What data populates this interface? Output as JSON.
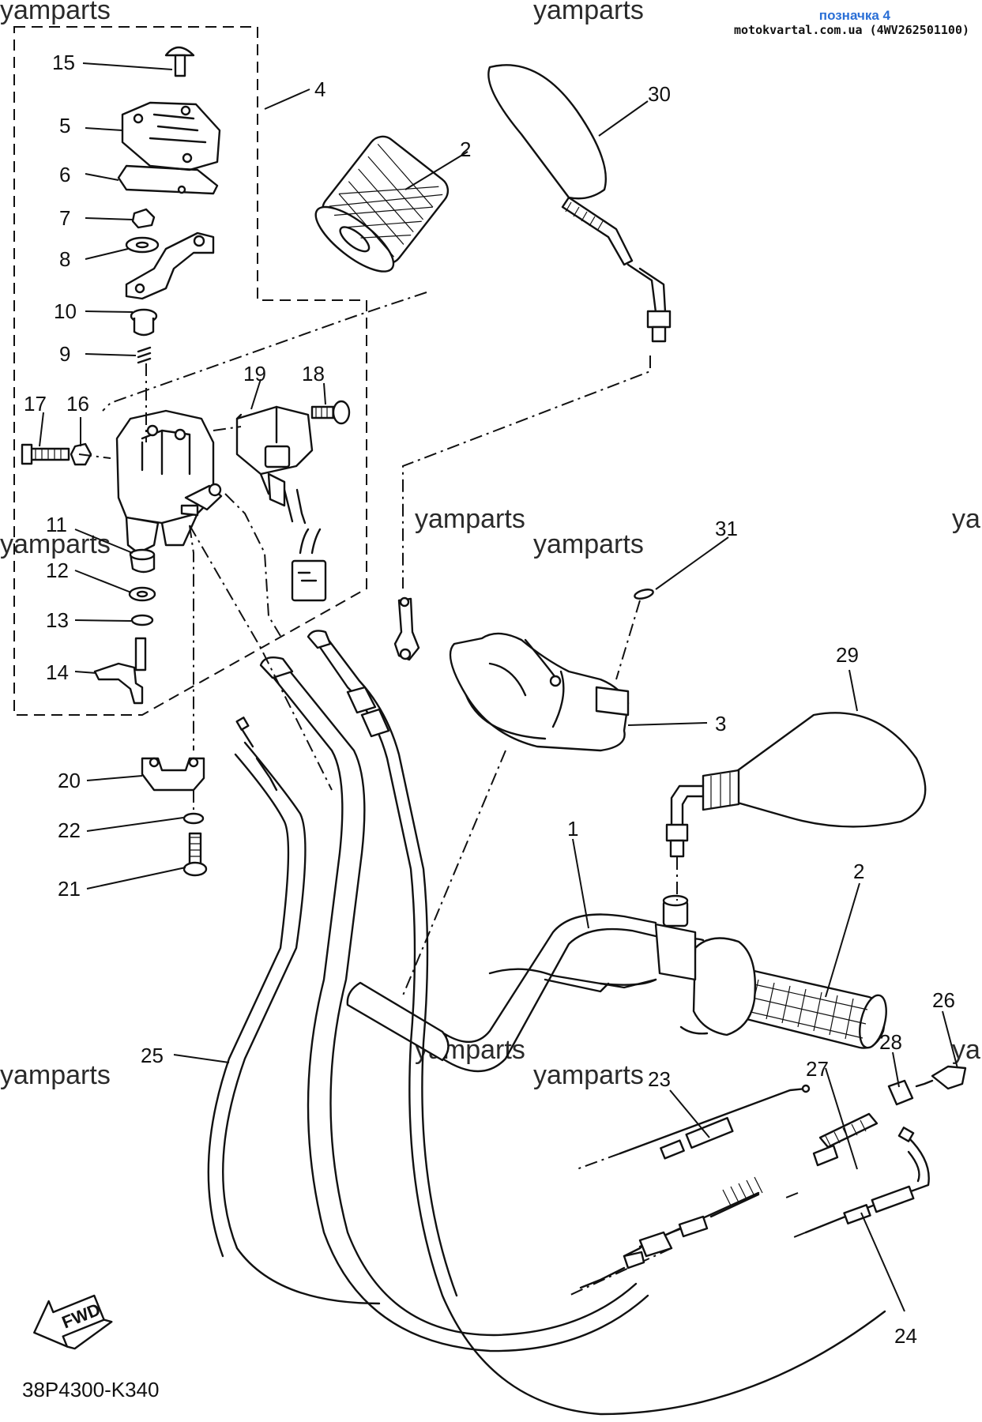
{
  "header": {
    "badge": "позначка 4",
    "source": "motokvartal.com.ua (4WV262501100)"
  },
  "watermarks": [
    "yamparts",
    "yamparts",
    "yamparts",
    "yamparts",
    "yamparts",
    "yamparts",
    "yamparts",
    "yamparts",
    "ya",
    "ya"
  ],
  "callouts": [
    "1",
    "2",
    "2",
    "3",
    "4",
    "5",
    "6",
    "7",
    "8",
    "9",
    "10",
    "11",
    "12",
    "13",
    "14",
    "15",
    "16",
    "17",
    "18",
    "19",
    "20",
    "21",
    "22",
    "23",
    "24",
    "25",
    "26",
    "27",
    "28",
    "29",
    "30",
    "31"
  ],
  "fwd_label": "FWD",
  "diagram_code": "38P4300-K340"
}
